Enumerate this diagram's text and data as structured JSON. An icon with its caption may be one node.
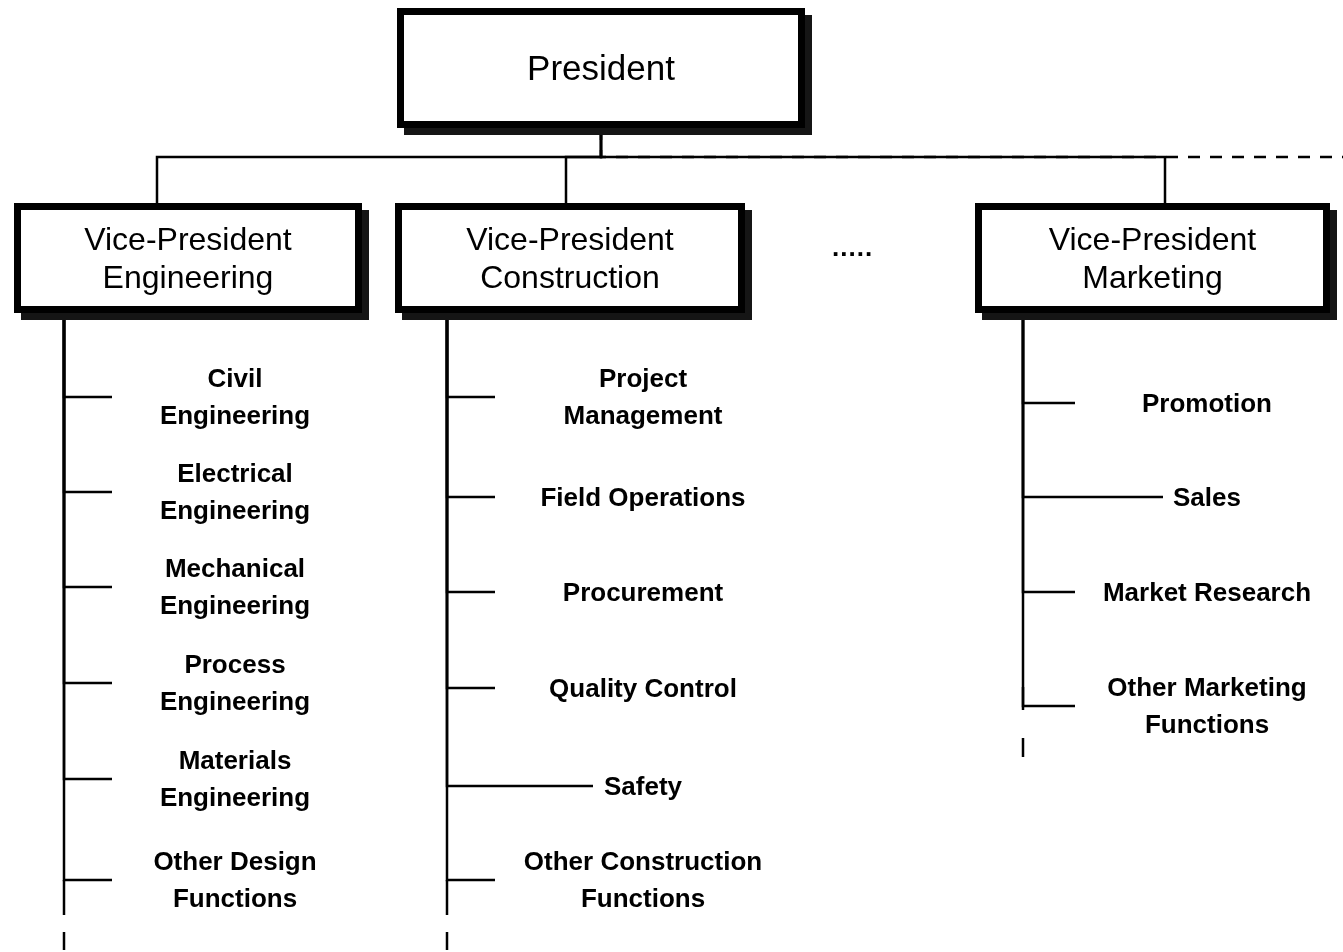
{
  "diagram": {
    "nodes": [
      {
        "text": [
          "President"
        ]
      },
      {
        "text": [
          "Vice-President Engineering"
        ]
      },
      {
        "text": [
          "Vice-President Construction"
        ]
      },
      {
        "text": [
          "Vice-President Marketing"
        ]
      },
      {
        "text": [
          "Civil Engineering"
        ]
      },
      {
        "text": [
          "Electrical Engineering"
        ]
      },
      {
        "text": [
          "Mechanical Engineering"
        ]
      },
      {
        "text": [
          "Process Engineering"
        ]
      },
      {
        "text": [
          "Materials Engineering"
        ]
      },
      {
        "text": [
          "Other Design Functions"
        ]
      },
      {
        "text": [
          "Project Management"
        ]
      },
      {
        "text": [
          "Field Operations"
        ]
      },
      {
        "text": [
          "Procurement"
        ]
      },
      {
        "text": [
          "Quality Control"
        ]
      },
      {
        "text": [
          "Safety"
        ]
      },
      {
        "text": [
          "Other Construction Functions"
        ]
      },
      {
        "text": [
          "Promotion"
        ]
      },
      {
        "text": [
          "Sales"
        ]
      },
      {
        "text": [
          "Market Research"
        ]
      },
      {
        "text": [
          "Other Marketing Functions"
        ]
      }
    ],
    "edges": [
      {
        "from": 0,
        "to": 1,
        "arrow": "none"
      },
      {
        "from": 0,
        "to": 2,
        "arrow": "none"
      },
      {
        "from": 0,
        "to": 3,
        "arrow": "none"
      },
      {
        "from": 0,
        "to": null,
        "arrow": "none",
        "style": "dashed"
      },
      {
        "from": 1,
        "to": 4,
        "arrow": "none"
      },
      {
        "from": 1,
        "to": 5,
        "arrow": "none"
      },
      {
        "from": 1,
        "to": 6,
        "arrow": "none"
      },
      {
        "from": 1,
        "to": 7,
        "arrow": "none"
      },
      {
        "from": 1,
        "to": 8,
        "arrow": "none"
      },
      {
        "from": 1,
        "to": 9,
        "arrow": "none"
      },
      {
        "from": 2,
        "to": 10,
        "arrow": "none"
      },
      {
        "from": 2,
        "to": 11,
        "arrow": "none"
      },
      {
        "from": 2,
        "to": 12,
        "arrow": "none"
      },
      {
        "from": 2,
        "to": 13,
        "arrow": "none"
      },
      {
        "from": 2,
        "to": 14,
        "arrow": "none"
      },
      {
        "from": 2,
        "to": 15,
        "arrow": "none"
      },
      {
        "from": 3,
        "to": 16,
        "arrow": "none"
      },
      {
        "from": 3,
        "to": 17,
        "arrow": "none"
      },
      {
        "from": 3,
        "to": 18,
        "arrow": "none"
      },
      {
        "from": 3,
        "to": 19,
        "arrow": "none"
      }
    ],
    "labels": [
      "....."
    ]
  }
}
